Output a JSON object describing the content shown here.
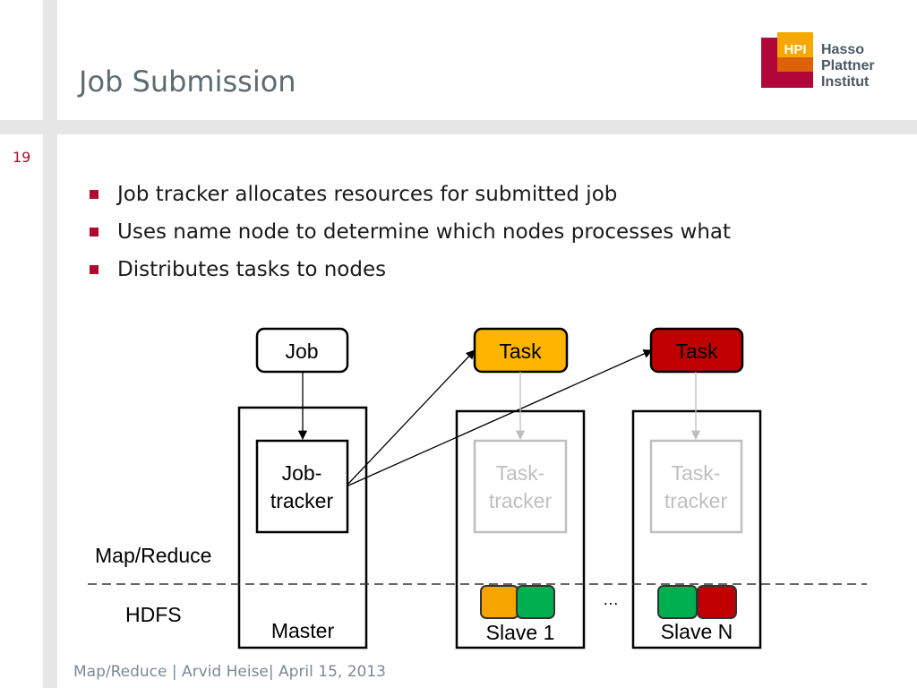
{
  "slide": {
    "title": "Job Submission",
    "page_number": "19",
    "footer": "Map/Reduce | Arvid Heise| April 15, 2013"
  },
  "logo": {
    "mark": "HPI",
    "name_lines": [
      "Hasso",
      "Plattner",
      "Institut"
    ]
  },
  "bullets": [
    "Job tracker allocates resources for submitted job",
    "Uses name node to determine which nodes processes what",
    "Distributes tasks to nodes"
  ],
  "diagram": {
    "job_label": "Job",
    "jobtracker_label": [
      "Job-",
      "tracker"
    ],
    "tasks": [
      {
        "label": "Task",
        "color": "#ffb400"
      },
      {
        "label": "Task",
        "color": "#c00000"
      }
    ],
    "tasktracker_label": [
      "Task-",
      "tracker"
    ],
    "layer_labels": {
      "top": "Map/Reduce",
      "bottom": "HDFS"
    },
    "node_labels": {
      "master": "Master",
      "slave1": "Slave 1",
      "slaveN": "Slave N"
    },
    "ellipsis": "…",
    "data_block_colors": {
      "orange": "#f5a400",
      "green": "#00b050",
      "red": "#c00000"
    }
  },
  "colors": {
    "accent": "#b00b2e",
    "title": "#5f6b72",
    "grey_band": "#e6e6e6",
    "logo_red": "#b1063a",
    "logo_orange": "#dd6108",
    "logo_yellow": "#f6a800",
    "inactive_grey": "#bfbfbf"
  }
}
